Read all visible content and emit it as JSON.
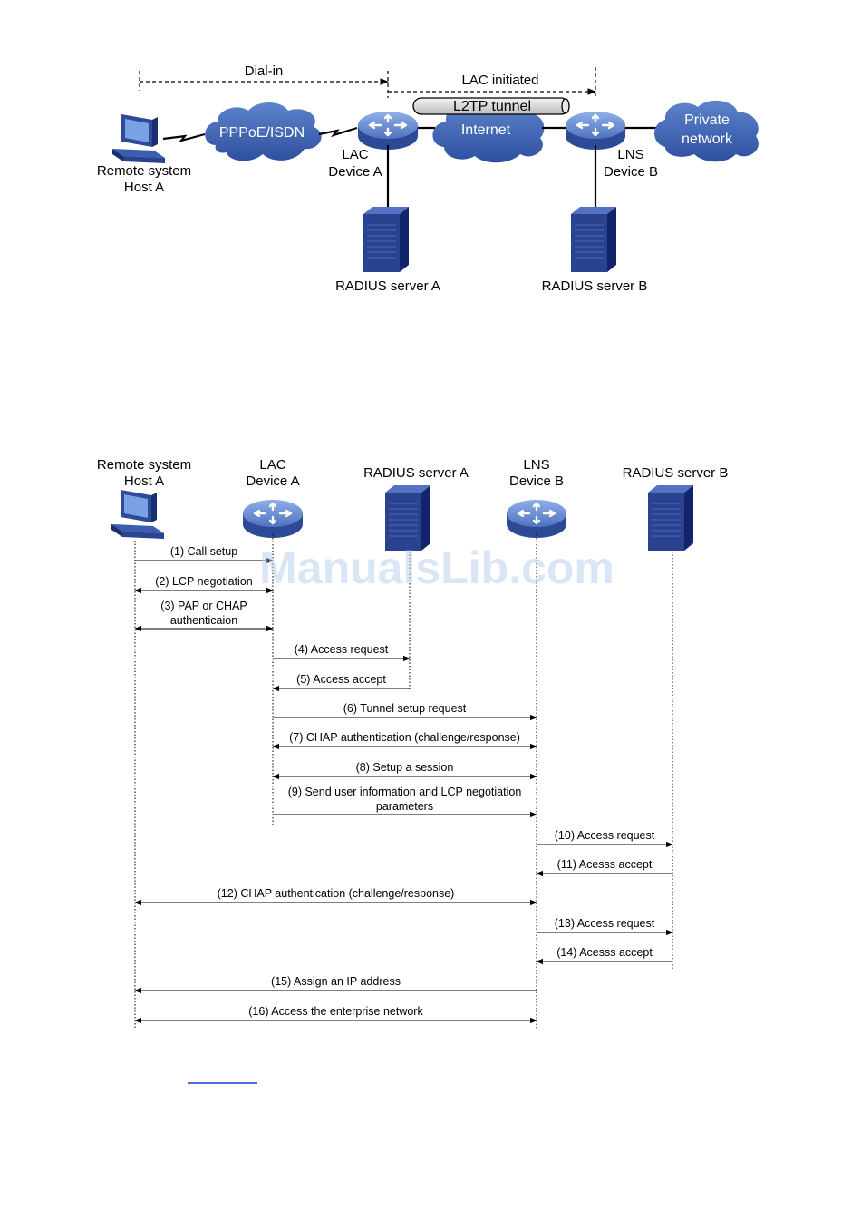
{
  "topology": {
    "dial_in_label": "Dial-in",
    "lac_initiated_label": "LAC initiated",
    "tunnel_label": "L2TP tunnel",
    "cloud_pppoe": "PPPoE/ISDN",
    "cloud_internet": "Internet",
    "cloud_private_line1": "Private",
    "cloud_private_line2": "network",
    "host_line1": "Remote system",
    "host_line2": "Host A",
    "lac_line1": "LAC",
    "lac_line2": "Device A",
    "lns_line1": "LNS",
    "lns_line2": "Device B",
    "radius_a": "RADIUS server A",
    "radius_b": "RADIUS server B"
  },
  "sequence": {
    "participants": [
      {
        "line1": "Remote system",
        "line2": "Host A"
      },
      {
        "line1": "LAC",
        "line2": "Device A"
      },
      {
        "line1": "",
        "line2": "RADIUS server A"
      },
      {
        "line1": "LNS",
        "line2": "Device B"
      },
      {
        "line1": "",
        "line2": "RADIUS server B"
      }
    ],
    "messages": [
      {
        "text": "(1) Call setup",
        "from": 0,
        "to": 1,
        "dir": "right"
      },
      {
        "text": "(2) LCP negotiation",
        "from": 0,
        "to": 1,
        "dir": "both"
      },
      {
        "text": "(3) PAP or CHAP",
        "text2": "authenticaion",
        "from": 0,
        "to": 1,
        "dir": "both"
      },
      {
        "text": "(4) Access request",
        "from": 1,
        "to": 2,
        "dir": "right"
      },
      {
        "text": "(5) Access accept",
        "from": 1,
        "to": 2,
        "dir": "left"
      },
      {
        "text": "(6) Tunnel setup request",
        "from": 1,
        "to": 3,
        "dir": "right"
      },
      {
        "text": "(7) CHAP authentication (challenge/response)",
        "from": 1,
        "to": 3,
        "dir": "both"
      },
      {
        "text": "(8) Setup a session",
        "from": 1,
        "to": 3,
        "dir": "both"
      },
      {
        "text": "(9) Send user information and LCP negotiation",
        "text2": "parameters",
        "from": 1,
        "to": 3,
        "dir": "right"
      },
      {
        "text": "(10) Access request",
        "from": 3,
        "to": 4,
        "dir": "right"
      },
      {
        "text": "(11) Acesss accept",
        "from": 3,
        "to": 4,
        "dir": "left"
      },
      {
        "text": "(12) CHAP authentication (challenge/response)",
        "from": 0,
        "to": 3,
        "dir": "both"
      },
      {
        "text": "(13) Access request",
        "from": 3,
        "to": 4,
        "dir": "right"
      },
      {
        "text": "(14) Acesss accept",
        "from": 3,
        "to": 4,
        "dir": "left"
      },
      {
        "text": "(15) Assign an IP address",
        "from": 0,
        "to": 3,
        "dir": "left"
      },
      {
        "text": "(16) Access the enterprise network",
        "from": 0,
        "to": 3,
        "dir": "both"
      }
    ]
  },
  "watermark": "ManualsLib.com",
  "colors": {
    "cloud": "#3f63b0",
    "device": "#4b6cb7",
    "server": "#233a86"
  }
}
